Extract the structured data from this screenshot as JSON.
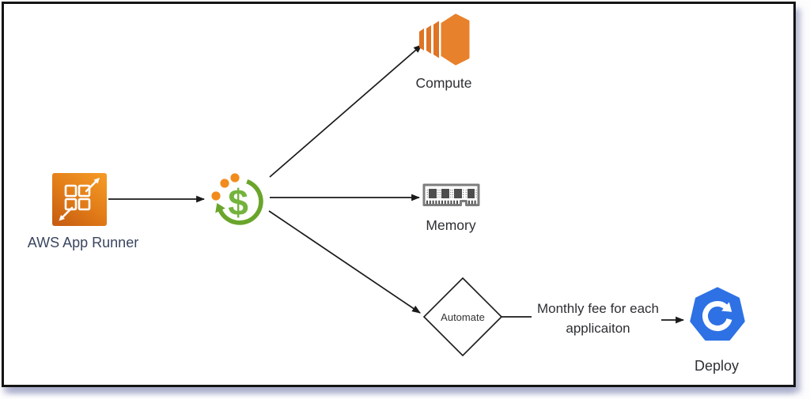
{
  "nodes": {
    "app_runner": {
      "label": "AWS App Runner"
    },
    "cost": {
      "label": ""
    },
    "compute": {
      "label": "Compute"
    },
    "memory": {
      "label": "Memory"
    },
    "automate": {
      "label": "Automate"
    },
    "deploy": {
      "label": "Deploy"
    }
  },
  "annotations": {
    "fee_note": "Monthly fee for each applicaiton"
  },
  "icons": {
    "cost_dollar_glyph": "$",
    "app_runner": "app-runner-grid-expand-icon",
    "cost": "cost-cycle-dollar-icon",
    "compute": "compute-stack-icon",
    "memory": "ram-stick-icon",
    "automate": "decision-diamond",
    "deploy": "kubernetes-deploy-icon"
  },
  "colors": {
    "aws_orange": "#E8812B",
    "aws_orange_dark": "#C75F12",
    "cost_green": "#6FAD33",
    "dot_orange": "#F28B1D",
    "kubernetes_blue": "#2E71E5",
    "connector_black": "#1a1a1a",
    "memory_gray": "#7d7d7d",
    "frame_border": "#141414",
    "label_navy": "#3a4560"
  }
}
